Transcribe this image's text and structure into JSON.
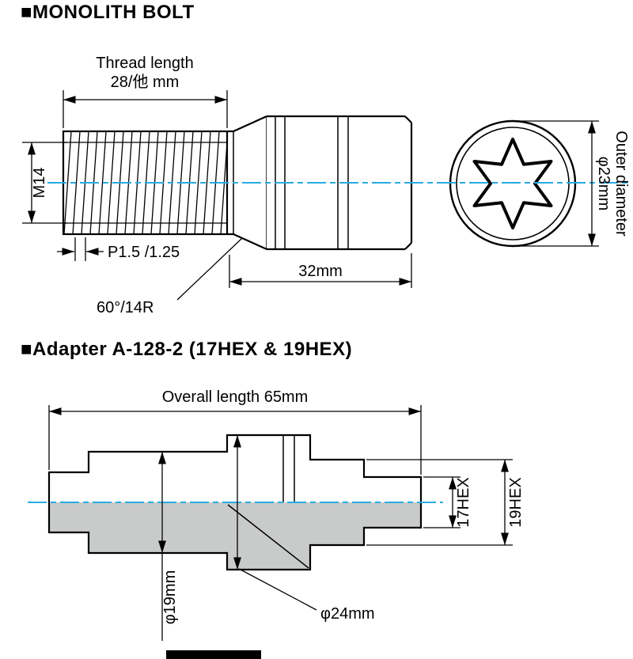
{
  "page": {
    "background": "#ffffff",
    "line_color": "#000000",
    "centerline_color": "#2aabe2",
    "section_fill": "#c9caca"
  },
  "bolt_section": {
    "title": "■MONOLITH BOLT",
    "labels": {
      "thread_length_line1": "Thread length",
      "thread_length_line2": "28/他 mm",
      "thread_size": "M14",
      "pitch": "P1.5 /1.25",
      "seat": "60°/14R",
      "shank_length": "32mm",
      "outer_diameter_line1": "Outer diameter",
      "outer_diameter_line2": "φ23mm"
    }
  },
  "adapter_section": {
    "title": "■Adapter A-128-2 (17HEX & 19HEX)",
    "labels": {
      "overall_length": "Overall length 65mm",
      "hex_small": "17HEX",
      "hex_large": "19HEX",
      "body_diameter": "φ19mm",
      "flange_diameter": "φ24mm"
    }
  }
}
